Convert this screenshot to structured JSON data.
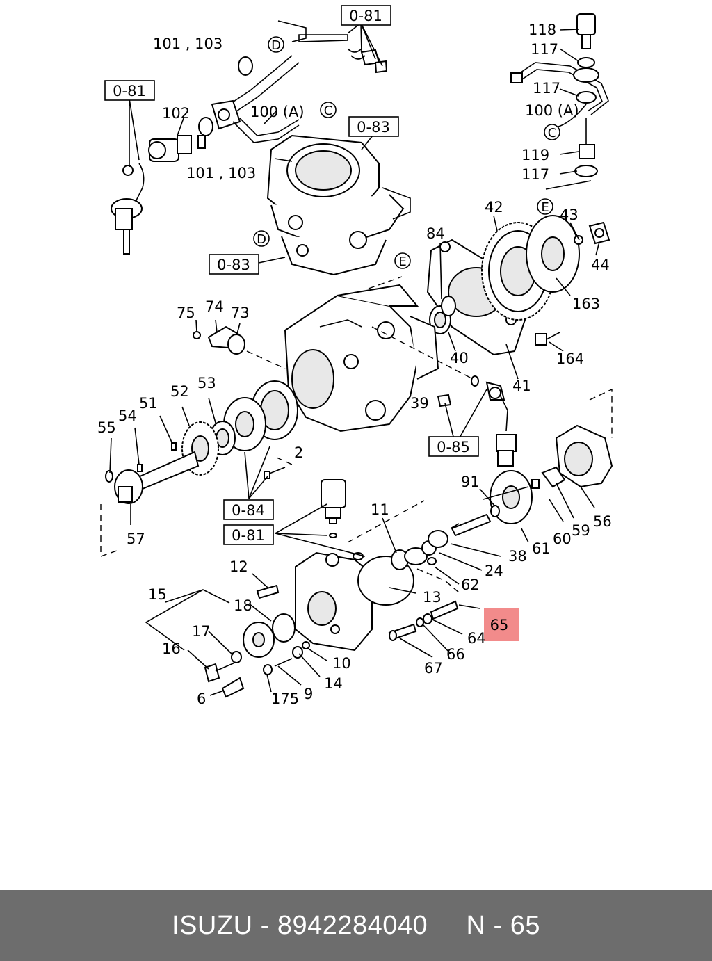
{
  "footer": {
    "brand": "ISUZU",
    "sep1": " - ",
    "part_number": "8942284040",
    "gap": "     ",
    "ref_prefix": "N",
    "sep2": " - ",
    "ref_number": "65"
  },
  "highlight": {
    "label": "65",
    "color": "#f28b8b"
  },
  "ref_boxes": [
    {
      "id": "b081a",
      "label": "0-81"
    },
    {
      "id": "b081b",
      "label": "0-81"
    },
    {
      "id": "b083a",
      "label": "0-83"
    },
    {
      "id": "b083b",
      "label": "0-83"
    },
    {
      "id": "b085",
      "label": "0-85"
    },
    {
      "id": "b084",
      "label": "0-84"
    },
    {
      "id": "b081c",
      "label": "0-81"
    }
  ],
  "circle_refs": [
    {
      "id": "cD1",
      "label": "D"
    },
    {
      "id": "cC1",
      "label": "C"
    },
    {
      "id": "cD2",
      "label": "D"
    },
    {
      "id": "cE1",
      "label": "E"
    },
    {
      "id": "cC2",
      "label": "C"
    },
    {
      "id": "cE2",
      "label": "E"
    }
  ],
  "part_labels": [
    "101 , 103",
    "102",
    "101 , 103",
    "100 (A)",
    "118",
    "117",
    "117",
    "100 (A)",
    "119",
    "117",
    "42",
    "43",
    "44",
    "84",
    "163",
    "40",
    "41",
    "164",
    "39",
    "75",
    "74",
    "73",
    "52",
    "53",
    "51",
    "54",
    "55",
    "2",
    "57",
    "91",
    "59",
    "56",
    "60",
    "61",
    "11",
    "38",
    "24",
    "62",
    "12",
    "13",
    "15",
    "18",
    "17",
    "16",
    "10",
    "14",
    "9",
    "175",
    "6",
    "64",
    "66",
    "67"
  ]
}
